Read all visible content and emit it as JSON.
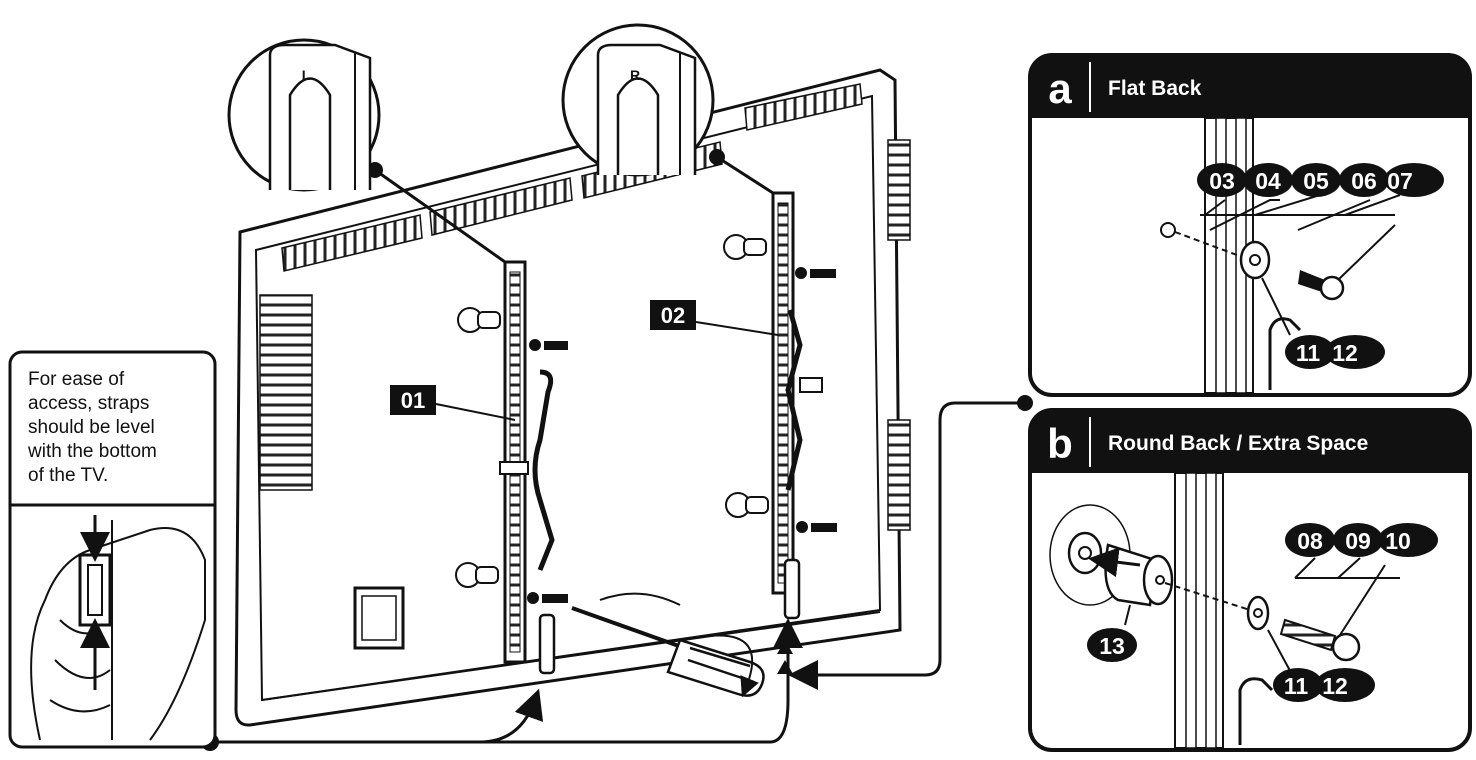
{
  "note": {
    "line1": "For ease of",
    "line2": "access, straps",
    "line3": "should be level",
    "line4": "with the bottom",
    "line5": "of the TV."
  },
  "callouts": {
    "c01": "01",
    "c02": "02",
    "left_tab": "L",
    "right_tab": "R"
  },
  "panel_a": {
    "letter": "a",
    "title": "Flat Back",
    "parts": [
      "03",
      "04",
      "05",
      "06",
      "07"
    ],
    "washers": [
      "11",
      "12"
    ]
  },
  "panel_b": {
    "letter": "b",
    "title": "Round Back / Extra Space",
    "parts": [
      "08",
      "09",
      "10"
    ],
    "washers": [
      "11",
      "12"
    ],
    "spacer": "13"
  }
}
